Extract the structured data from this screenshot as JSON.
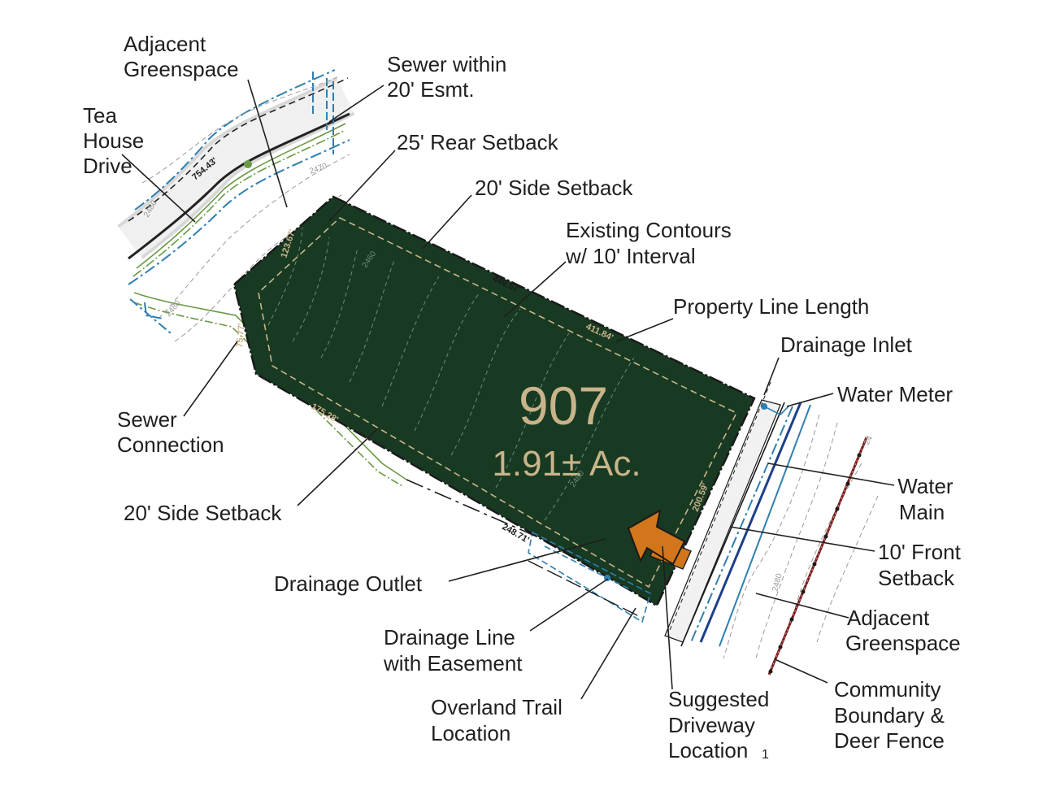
{
  "lot": {
    "number": "907",
    "acreage": "1.91± Ac.",
    "colors": {
      "lot_fill": "#183a22",
      "setback": "#c9b48a",
      "driveway": "#d2761c",
      "road": "#222222",
      "water": "#2e7fb2",
      "sewer": "#6a9a45",
      "fence": "#7a1a1a"
    }
  },
  "dimensions": {
    "north": "449.57'",
    "north_inner": "411.84'",
    "west_top": "123.67'",
    "west": "75.77'",
    "south_inner": "175.28'",
    "south": "248.71'",
    "east": "200.59'",
    "road_length": "754.43'"
  },
  "contours": {
    "c1": "2480",
    "c2": "2460",
    "c3": "2470",
    "c4": "2480",
    "c5": "2480",
    "c6": "2480",
    "c7": "24"
  },
  "callouts": {
    "adjacent_greenspace_top": [
      "Adjacent",
      "Greenspace"
    ],
    "sewer_easement": [
      "Sewer within",
      "20' Esmt."
    ],
    "tea_house_drive": [
      "Tea",
      "House",
      "Drive"
    ],
    "rear_setback": "25' Rear Setback",
    "side_setback_top": "20' Side Setback",
    "contours": [
      "Existing Contours",
      "w/ 10' Interval"
    ],
    "property_line": "Property Line Length",
    "drainage_inlet": "Drainage Inlet",
    "water_meter": "Water Meter",
    "sewer_connection": [
      "Sewer",
      "Connection"
    ],
    "water_main": [
      "Water",
      "Main"
    ],
    "side_setback_bottom": "20' Side Setback",
    "front_setback": [
      "10' Front",
      "Setback"
    ],
    "drainage_outlet": "Drainage Outlet",
    "adjacent_greenspace_bottom": [
      "Adjacent",
      "Greenspace"
    ],
    "drainage_line": [
      "Drainage Line",
      "with Easement"
    ],
    "overland_trail": [
      "Overland Trail",
      "Location"
    ],
    "driveway": [
      "Suggested",
      "Driveway",
      "Location"
    ],
    "driveway_footnote": "1",
    "deer_fence": [
      "Community",
      "Boundary &",
      "Deer Fence"
    ]
  }
}
